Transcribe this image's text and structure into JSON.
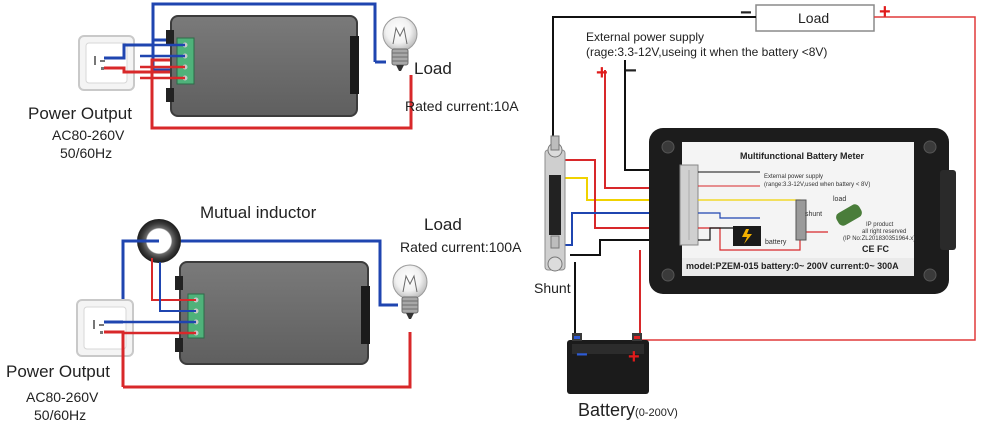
{
  "diagram1": {
    "power_output": "Power Output",
    "voltage": "AC80-260V",
    "frequency": "50/60Hz",
    "load": "Load",
    "rated_current": "Rated current:10A"
  },
  "diagram2": {
    "mutual_inductor": "Mutual inductor",
    "load": "Load",
    "rated_current": "Rated current:100A",
    "power_output": "Power Output",
    "voltage": "AC80-260V",
    "frequency": "50/60Hz"
  },
  "diagram3": {
    "load": "Load",
    "load_minus": "−",
    "load_plus": "+",
    "ext_supply_title": "External power supply",
    "ext_supply_note": "(rage:3.3-12V,useing it when the battery <8V)",
    "ext_plus": "+",
    "ext_minus": "−",
    "shunt": "Shunt",
    "battery": "Battery",
    "battery_range": "(0-200V)",
    "battery_minus": "−",
    "battery_plus": "+",
    "meter": {
      "title": "Multifunctional Battery Meter",
      "ext_label": "External power supply",
      "ext_range": "(range:3.3-12V,used when battery < 8V)",
      "shunt_label": "shunt",
      "load_label": "load",
      "battery_label": "battery",
      "ip_line1": "IP product",
      "ip_line2": "all right reserved",
      "ip_line3": "(IP No:ZL201830351964.x)",
      "cert": "CE FC",
      "model": "model:PZEM-015 battery:0~ 200V current:0~ 300A"
    }
  },
  "colors": {
    "wire_red": "#d8282a",
    "wire_blue": "#1f45b0",
    "wire_black": "#111111",
    "wire_yellow": "#f0d200",
    "terminal_green": "#4fb27a",
    "module_gray": "#6c6c6c"
  }
}
